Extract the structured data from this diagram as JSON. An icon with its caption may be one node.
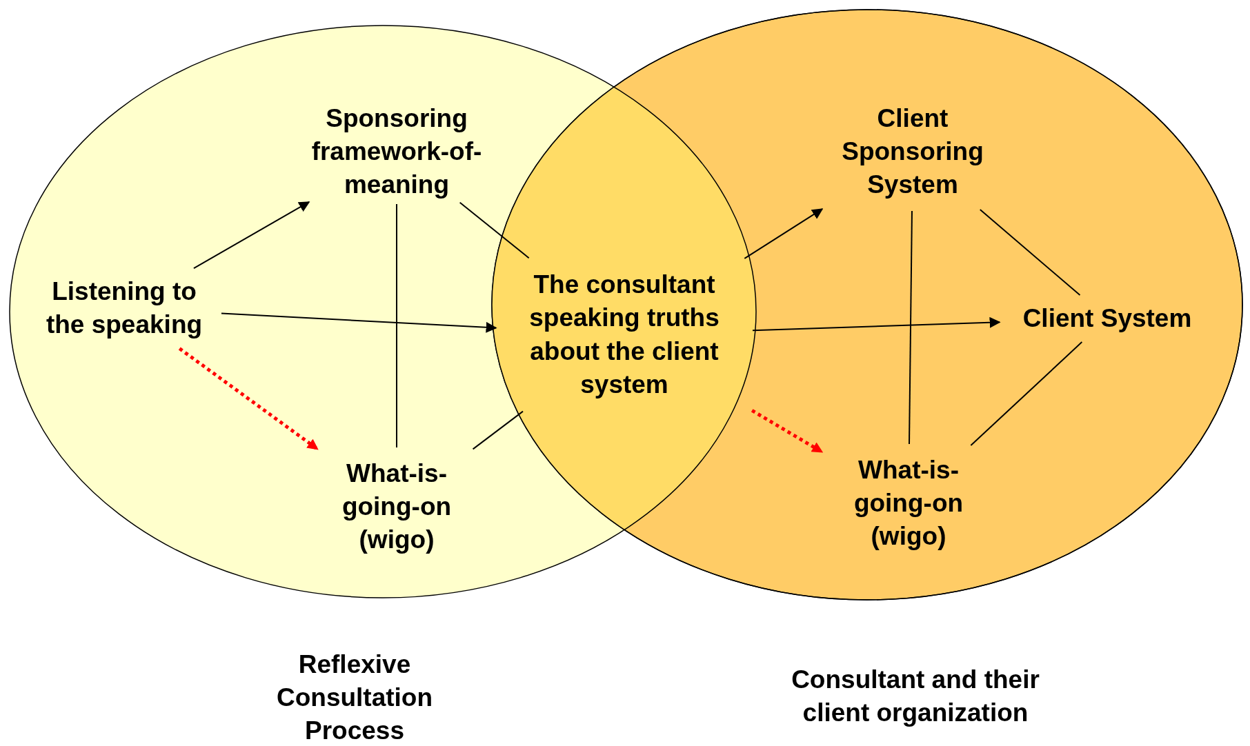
{
  "diagram": {
    "nodes": [
      {
        "text": [
          "Reflexive Consultation Process"
        ]
      },
      {
        "text": [
          "Consultant and their client organization"
        ]
      },
      {
        "text": [
          "Sponsoring framework-of-meaning"
        ],
        "in": 0
      },
      {
        "text": [
          "Listening to the speaking"
        ],
        "in": 0
      },
      {
        "text": [
          "What-is-going-on (wigo)"
        ],
        "in": 0
      },
      {
        "text": [
          "The consultant speaking truths about the client system"
        ]
      },
      {
        "text": [
          "Client Sponsoring System"
        ],
        "in": 1
      },
      {
        "text": [
          "Client System"
        ],
        "in": 1
      },
      {
        "text": [
          "What-is-going-on (wigo)"
        ],
        "in": 1
      }
    ],
    "edges": [
      {
        "from": 3,
        "to": 2,
        "arrow": "to"
      },
      {
        "from": 3,
        "to": 5,
        "arrow": "to"
      },
      {
        "from": 3,
        "to": 4,
        "arrow": "to",
        "style": "dashed",
        "color": "#ff0000"
      },
      {
        "from": 2,
        "to": 4,
        "arrow": "none"
      },
      {
        "from": 2,
        "to": 5,
        "arrow": "none"
      },
      {
        "from": 4,
        "to": 5,
        "arrow": "none"
      },
      {
        "from": 5,
        "to": 6,
        "arrow": "to"
      },
      {
        "from": 5,
        "to": 7,
        "arrow": "to"
      },
      {
        "from": 5,
        "to": 8,
        "arrow": "to",
        "style": "dashed",
        "color": "#ff0000"
      },
      {
        "from": 6,
        "to": 8,
        "arrow": "none"
      },
      {
        "from": 6,
        "to": 7,
        "arrow": "none"
      },
      {
        "from": 8,
        "to": 7,
        "arrow": "none"
      }
    ]
  }
}
